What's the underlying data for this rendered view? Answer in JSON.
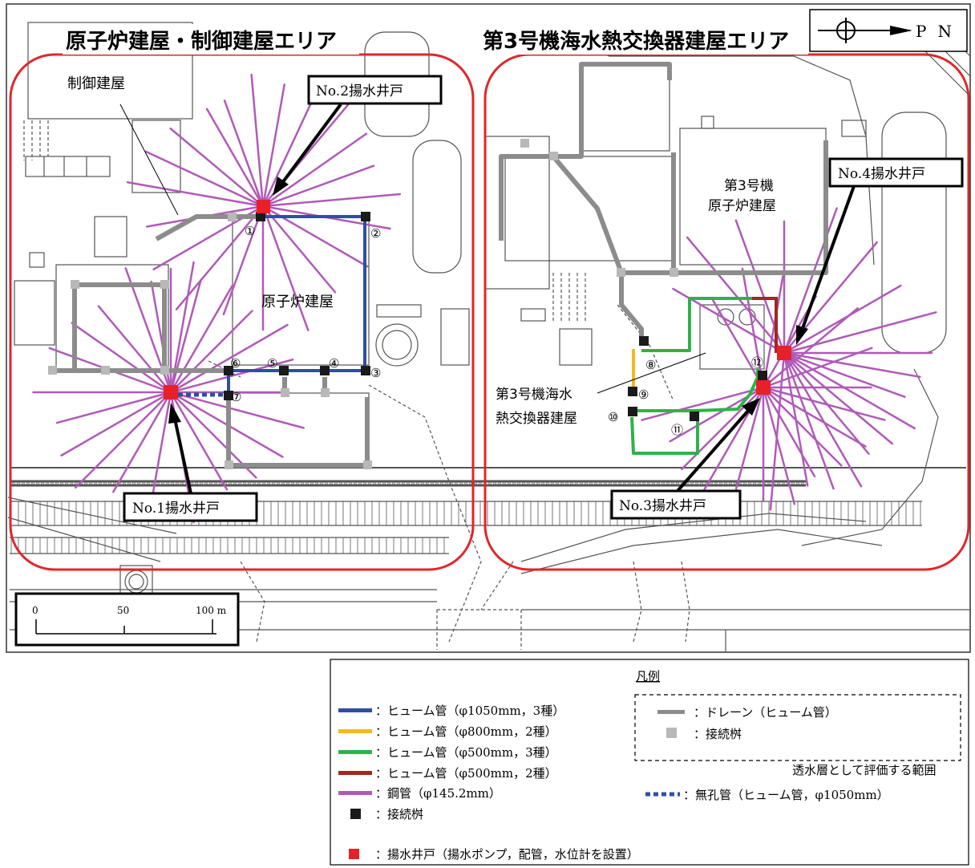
{
  "areas": {
    "left_title": "原子炉建屋・制御建屋エリア",
    "right_title": "第3号機海水熱交換器建屋エリア"
  },
  "north_label": "PN",
  "buildings": {
    "control": "制御建屋",
    "reactor": "原子炉建屋",
    "unit3_reactor_line1": "第3号機",
    "unit3_reactor_line2": "原子炉建屋",
    "hx_line1": "第3号機海水",
    "hx_line2": "熱交換器建屋"
  },
  "wells": {
    "no1": "No.1揚水井戸",
    "no2": "No.2揚水井戸",
    "no3": "No.3揚水井戸",
    "no4": "No.4揚水井戸"
  },
  "manholes": [
    "①",
    "②",
    "③",
    "④",
    "⑤",
    "⑥",
    "⑦",
    "⑧",
    "⑨",
    "⑩",
    "⑪",
    "⑫"
  ],
  "scale": {
    "t0": "0",
    "t50": "50",
    "t100": "100 m"
  },
  "legend": {
    "title": "凡例",
    "items": [
      {
        "label": "：ヒューム管（φ1050mm，3種）",
        "color": "#2e4fa3"
      },
      {
        "label": "：ヒューム管（φ800mm，2種）",
        "color": "#f5b820"
      },
      {
        "label": "：ヒューム管（φ500mm，3種）",
        "color": "#2db34a"
      },
      {
        "label": "：ヒューム管（φ500mm，2種）",
        "color": "#a0281e"
      },
      {
        "label": "：鋼管（φ145.2mm）",
        "color": "#b05ab8"
      },
      {
        "label": "：接続桝",
        "color": "#1a1a1a"
      },
      {
        "label": "：揚水井戸（揚水ポンプ，配管，水位計を設置）",
        "color": "#e8202a"
      }
    ],
    "drain_label": "：ドレーン（ヒューム管）",
    "drain_pit_label": "：接続桝",
    "permeable_note": "透水層として評価する範囲",
    "nonporous_label": "：無孔管（ヒューム管，φ1050mm）"
  },
  "colors": {
    "area_border": "#e0262a",
    "drain": "#8c8c8c",
    "pit": "#b8b8b8",
    "well": "#e8202a",
    "steel": "#b05ab8",
    "hume1050": "#2e4fa3"
  }
}
